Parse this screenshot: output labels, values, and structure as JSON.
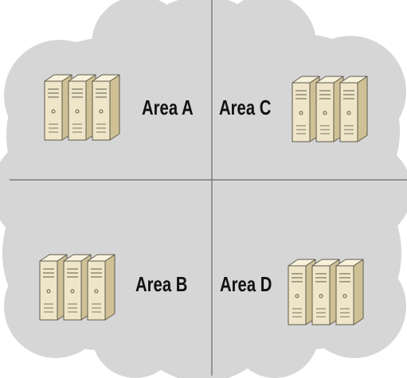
{
  "colors": {
    "cloud": "#d6d6d6",
    "divider": "#6a6a6a",
    "server_front": "#efe6c9",
    "server_side": "#cfc096",
    "server_top": "#f8f1dc",
    "server_outline": "#5e5a4c"
  },
  "areas": [
    {
      "id": "a",
      "label": "Area A",
      "icon": "server-cluster-icon"
    },
    {
      "id": "c",
      "label": "Area C",
      "icon": "server-cluster-icon"
    },
    {
      "id": "b",
      "label": "Area B",
      "icon": "server-cluster-icon"
    },
    {
      "id": "d",
      "label": "Area D",
      "icon": "server-cluster-icon"
    }
  ]
}
